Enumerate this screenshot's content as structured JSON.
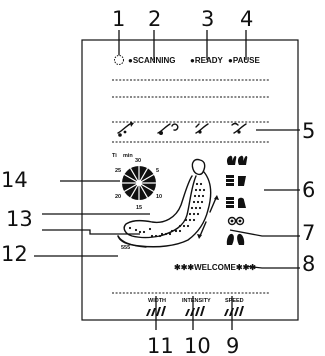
{
  "callouts": [
    "1",
    "2",
    "3",
    "4",
    "5",
    "6",
    "7",
    "8",
    "9",
    "10",
    "11",
    "12",
    "13",
    "14"
  ],
  "status": {
    "scanning": "●SCANNING",
    "ready": "●READY",
    "pause": "●PAUSE"
  },
  "timer": {
    "unit": "min",
    "ticks": [
      "30",
      "5",
      "10",
      "15",
      "20",
      "25"
    ]
  },
  "welcome": "✱✱✱WELCOME✱✱✱",
  "heat_label": "555",
  "bars": [
    "WIDTH",
    "INTENSITY",
    "SPEED"
  ]
}
